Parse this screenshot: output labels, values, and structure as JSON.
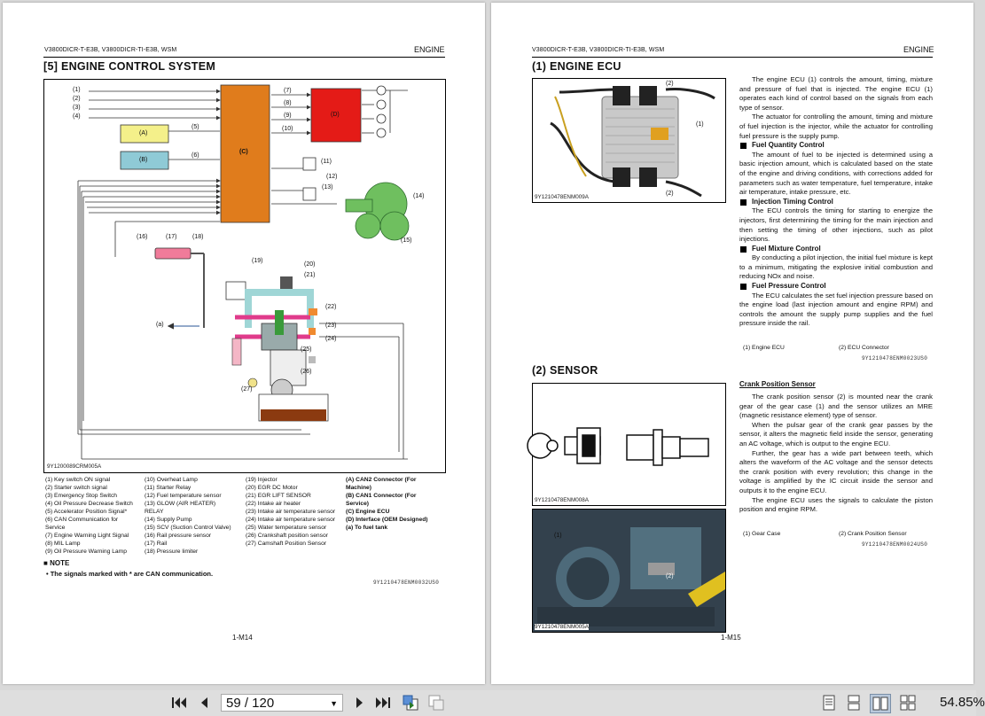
{
  "left_page": {
    "header_models": "V3800DICR-T-E3B, V3800DICR-TI-E3B, WSM",
    "header_section": "ENGINE",
    "title": "[5]  ENGINE CONTROL SYSTEM",
    "diagram": {
      "box_a": "(A)",
      "box_b": "(B)",
      "box_c": "(C)",
      "box_d": "(D)",
      "input_labels": [
        "(1)",
        "(2)",
        "(3)",
        "(4)"
      ],
      "line_labels": [
        "(5)",
        "(6)",
        "(7)",
        "(8)",
        "(9)",
        "(10)",
        "(11)",
        "(12)",
        "(13)",
        "(14)",
        "(15)",
        "(16)",
        "(17)",
        "(18)",
        "(19)",
        "(20)",
        "(21)",
        "(22)",
        "(23)",
        "(24)",
        "(25)",
        "(26)",
        "(27)",
        "(a)"
      ],
      "figure_code": "9Y1200089CRM005A"
    },
    "legend_col1": [
      "(1)   Key switch ON signal",
      "(2)   Starter switch signal",
      "(3)   Emergency Stop Switch",
      "(4)   Oil Pressure Decrease Switch",
      "(5)   Accelerator Position Signal*",
      "(6)   CAN Communication for",
      "        Service",
      "(7)   Engine Warning Light Signal",
      "(8)   MIL Lamp",
      "(9)   Oil Pressure Warning Lamp"
    ],
    "legend_col2": [
      "(10) Overheat Lamp",
      "(11) Starter Relay",
      "(12) Fuel temperature sensor",
      "(13) GLOW (AIR HEATER)",
      "        RELAY",
      "(14) Supply Pump",
      "(15) SCV (Suction Control Valve)",
      "(16) Rail pressure sensor",
      "(17) Rail",
      "(18) Pressure limiter"
    ],
    "legend_col3": [
      "(19) Injector",
      "(20) EGR DC Motor",
      "(21) EGR LIFT SENSOR",
      "(22) Intake air heater",
      "(23) Intake air temperature sensor",
      "(24) Intake air temperature sensor",
      "(25) Water temperature sensor",
      "(26) Crankshaft position sensor",
      "(27) Camshaft Position Sensor"
    ],
    "legend_col4": [
      "(A)   CAN2 Connector (For",
      "        Machine)",
      "(B)   CAN1 Connector (For",
      "        Service)",
      "(C)   Engine ECU",
      "(D)   Interface (OEM Designed)",
      "(a)   To fuel tank"
    ],
    "note_heading": "NOTE",
    "note_text": "•  The signals marked with * are CAN communication.",
    "code": "9Y1210478ENM0032US0",
    "page_number": "1-M14"
  },
  "right_page": {
    "header_models": "V3800DICR-T-E3B, V3800DICR-TI-E3B, WSM",
    "header_section": "ENGINE",
    "ecu_title": "(1)   ENGINE ECU",
    "ecu_figure_code": "9Y1210478ENM009A",
    "ecu_callouts": [
      "(2)",
      "(1)",
      "(2)"
    ],
    "ecu_intro_1": "The engine ECU (1) controls the amount, timing, mixture and pressure of fuel that is injected. The engine ECU (1) operates each kind of control based on the signals from each type of sensor.",
    "ecu_intro_2": "The actuator for controlling the amount, timing and mixture of fuel injection is the injector, while the actuator for controlling fuel pressure is the supply pump.",
    "h_fuel_qty": "Fuel Quantity Control",
    "p_fuel_qty": "The amount of fuel to be injected is determined using a basic injection amount, which is calculated based on the state of the engine and driving conditions, with corrections added for parameters such as water temperature, fuel temperature, intake air temperature, intake pressure, etc.",
    "h_inj_timing": "Injection Timing Control",
    "p_inj_timing": "The ECU controls the timing for starting to energize the injectors, first determining the timing for the main injection and then setting the timing of other injections, such as pilot injections.",
    "h_fuel_mix": "Fuel Mixture Control",
    "p_fuel_mix": "By conducting a pilot injection, the initial fuel mixture is kept to a minimum, mitigating the explosive initial combustion and reducing NOx and noise.",
    "h_fuel_press": "Fuel Pressure Control",
    "p_fuel_press": "The ECU calculates the set fuel injection pressure based on the engine load (last injection amount and engine RPM) and controls the amount the supply pump supplies and the fuel pressure inside the rail.",
    "ecu_legend_1": "(1)   Engine ECU",
    "ecu_legend_2": "(2)   ECU Connector",
    "ecu_code": "9Y1210478ENM0023US0",
    "sensor_title": "(2)   SENSOR",
    "sensor_figure_code": "9Y1210478ENM008A",
    "photo_figure_code": "9Y1210478ENM005A",
    "photo_callouts": [
      "(1)",
      "(2)"
    ],
    "crank_heading": "Crank Position Sensor",
    "crank_p1": "The crank position sensor (2) is mounted near the crank gear of the gear case (1) and the sensor utilizes an MRE (magnetic resistance element) type of sensor.",
    "crank_p2": "When the pulsar gear of the crank gear passes by the sensor, it alters the magnetic field inside the sensor, generating an AC voltage, which is output to the engine ECU.",
    "crank_p3": "Further, the gear has a wide part between teeth, which alters the waveform of the AC voltage and the sensor detects the crank position with every revolution; this change in the voltage is amplified by the IC circuit inside the sensor and outputs it to the engine ECU.",
    "crank_p4": "The engine ECU uses the signals to calculate the piston position and engine RPM.",
    "sensor_legend_1": "(1)   Gear Case",
    "sensor_legend_2": "(2)   Crank Position Sensor",
    "sensor_code": "9Y1210478ENM0024US0",
    "page_number": "1-M15"
  },
  "toolbar": {
    "page_indicator": "59 / 120",
    "zoom": "54.85%",
    "icons": [
      "first-page-icon",
      "prev-page-icon",
      "next-page-icon",
      "last-page-icon",
      "go-back-icon",
      "go-forward-icon",
      "single-page-view-icon",
      "continuous-view-icon",
      "facing-view-icon",
      "continuous-facing-view-icon"
    ]
  },
  "colors": {
    "ecu_orange": "#e07c1c",
    "interface_red": "#e41b17",
    "can2_yellow": "#f4f08a",
    "can1_blue": "#8fcad6",
    "rail_pink": "#f07b9a",
    "toolbar": "#dedede",
    "background": "#d9d9d9"
  }
}
